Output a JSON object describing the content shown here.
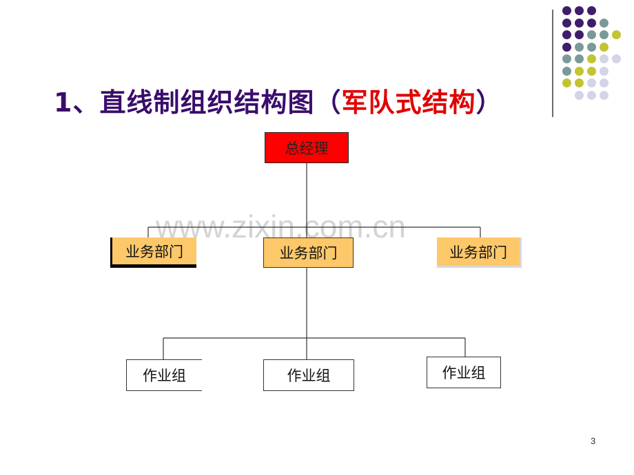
{
  "slide": {
    "title_prefix": "1、直线制组织结构图（",
    "title_highlight": "军队式结构",
    "title_suffix": "）",
    "page_number": "3",
    "watermark": "www.zixin.com.cn"
  },
  "org_chart": {
    "top": "总经理",
    "departments": [
      "业务部门",
      "业务部门",
      "业务部门"
    ],
    "groups": [
      "作业组",
      "作业组",
      "作业组"
    ]
  },
  "colors": {
    "title": "#3a0d6b",
    "title_highlight": "#e00000",
    "top_box": "#ff0000",
    "department_box": "#fdc86a",
    "dots": [
      "#3f1d6b",
      "#7a9a9a",
      "#c3c431",
      "#d4d4e8"
    ]
  }
}
